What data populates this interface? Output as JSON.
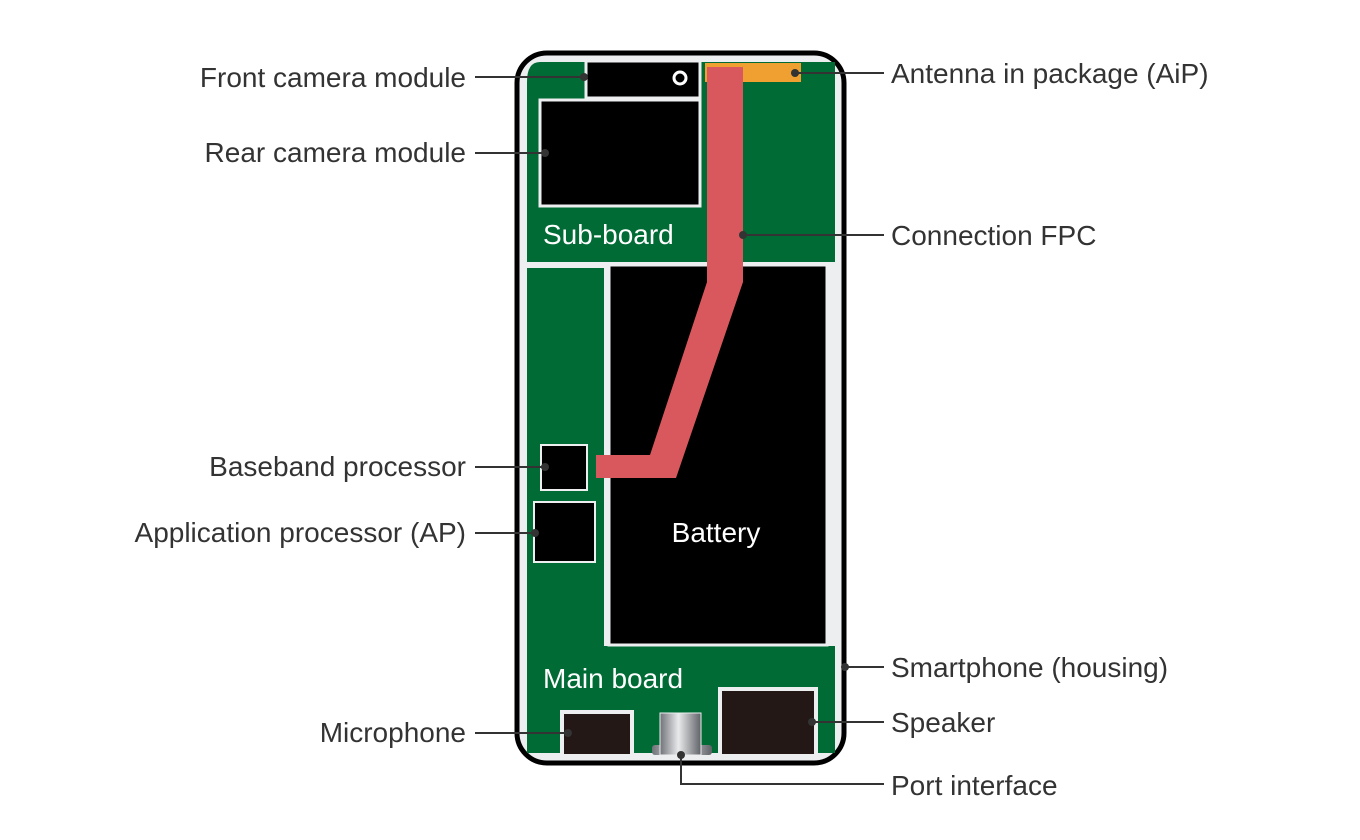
{
  "labels": {
    "front_camera": "Front camera module",
    "rear_camera": "Rear camera module",
    "baseband": "Baseband processor",
    "application_processor": "Application processor (AP)",
    "microphone": "Microphone",
    "antenna": "Antenna in package (AiP)",
    "connection_fpc": "Connection FPC",
    "housing": "Smartphone (housing)",
    "speaker": "Speaker",
    "port_interface": "Port interface",
    "sub_board": "Sub-board",
    "battery": "Battery",
    "main_board": "Main board"
  },
  "colors": {
    "board_green": "#006b35",
    "housing_outline": "#000000",
    "housing_fill": "#eceef0",
    "fpc_red": "#d9585e",
    "antenna_orange": "#f0a030",
    "component_black": "#000000",
    "speaker_mic_fill": "#231816"
  }
}
